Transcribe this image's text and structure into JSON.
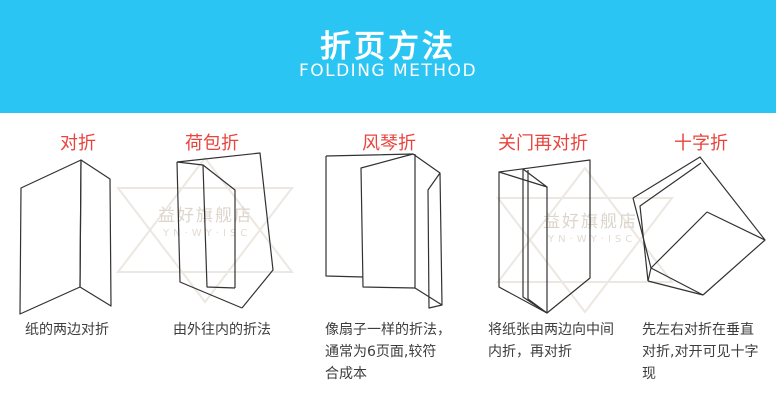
{
  "banner": {
    "title": "折页方法",
    "subtitle": "FOLDING METHOD"
  },
  "columns": [
    {
      "heading": "对折",
      "caption": "纸的两边对折",
      "figure": "half-fold-figure"
    },
    {
      "heading": "荷包折",
      "caption": "由外往内的折法",
      "figure": "wallet-fold-figure"
    },
    {
      "heading": "风琴折",
      "caption": "像扇子一样的折法，\n通常为6页面,较符\n合成本",
      "figure": "accordion-fold-figure"
    },
    {
      "heading": "关门再对折",
      "caption": "将纸张由两边向中间\n内折，再对折",
      "figure": "gate-then-half-fold-figure"
    },
    {
      "heading": "十字折",
      "caption": "先左右对折在垂直\n对折,对开可见十字\n现",
      "figure": "cross-fold-figure"
    }
  ],
  "watermark": {
    "line1": "益好旗舰店",
    "line2": "YN·WY·ISC"
  },
  "colors": {
    "banner_bg": "#2bc5f4",
    "title_text": "#ffffff",
    "heading_red": "#e8443d",
    "caption_gray": "#3d3d3d",
    "figure_line": "#323232"
  }
}
